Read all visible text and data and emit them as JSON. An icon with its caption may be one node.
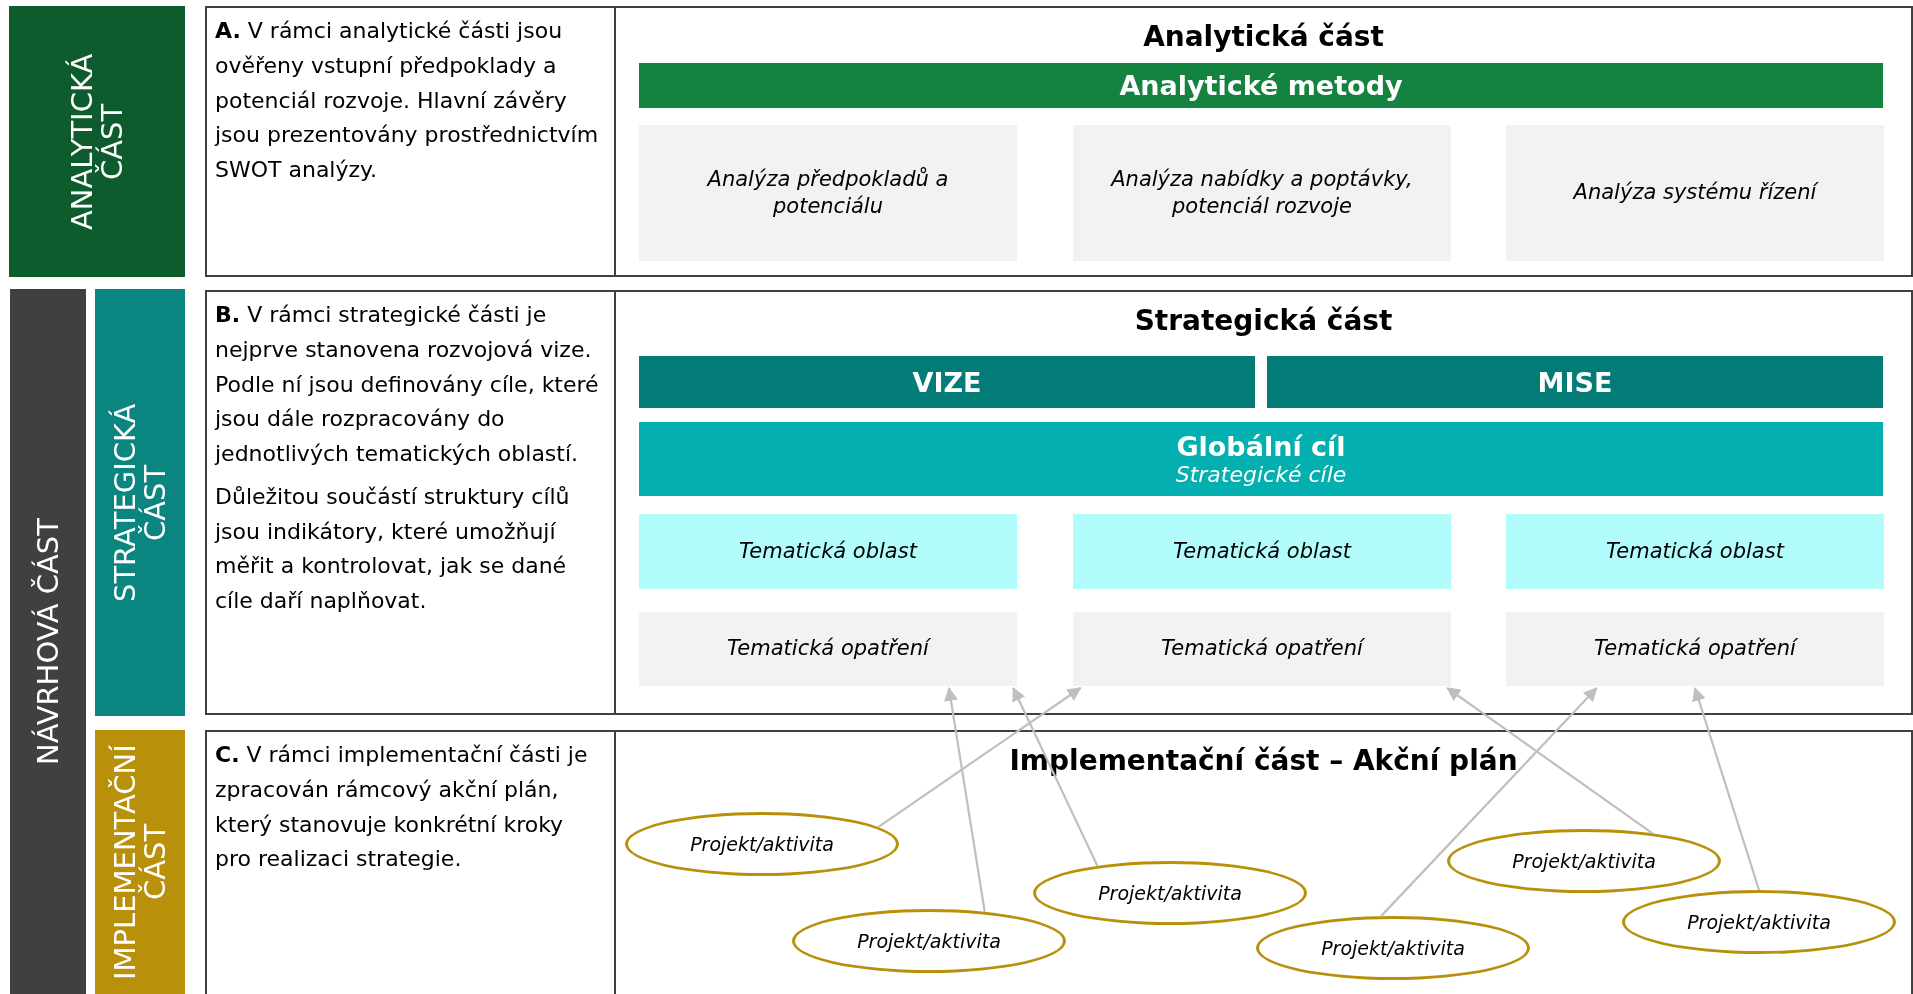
{
  "diagram": {
    "nodes": [
      {
        "text": [
          "ANALYTICKÁ ČÁST"
        ]
      },
      {
        "text": [
          "NÁVRHOVÁ ČÁST"
        ]
      },
      {
        "text": [
          "STRATEGICKÁ ČÁST"
        ]
      },
      {
        "text": [
          "IMPLEMENTAČNÍ ČÁST"
        ]
      },
      {
        "text": [
          "**A.** V rámci analytické části jsou ověřeny vstupní předpoklady a potenciál rozvoje. Hlavní závěry jsou prezentovány prostřednictvím SWOT analýzy."
        ]
      },
      {
        "text": [
          "Analytická část"
        ]
      },
      {
        "text": [
          "Analytické metody"
        ],
        "in": 5
      },
      {
        "text": [
          "Analýza předpokladů a potenciálu"
        ],
        "in": 5
      },
      {
        "text": [
          "Analýza nabídky a poptávky, potenciál rozvoje"
        ],
        "in": 5
      },
      {
        "text": [
          "Analýza systému řízení"
        ],
        "in": 5
      },
      {
        "text": [
          "**B.** V rámci strategické části je nejprve stanovena rozvojová vize. Podle ní jsou definovány cíle, které jsou dále rozpracovány do jednotlivých tematických oblastí.",
          "Důležitou součástí struktury cílů jsou indikátory, které umožňují měřit a kontrolovat, jak se dané cíle daří naplňovat."
        ]
      },
      {
        "text": [
          "Strategická část"
        ]
      },
      {
        "text": [
          "VIZE"
        ],
        "in": 11
      },
      {
        "text": [
          "MISE"
        ],
        "in": 11
      },
      {
        "text": [
          "Globální cíl",
          "Strategické cíle"
        ],
        "in": 11
      },
      {
        "text": [
          "Tematická oblast"
        ],
        "in": 11
      },
      {
        "text": [
          "Tematická oblast"
        ],
        "in": 11
      },
      {
        "text": [
          "Tematická oblast"
        ],
        "in": 11
      },
      {
        "text": [
          "Tematická opatření"
        ],
        "in": 11
      },
      {
        "text": [
          "Tematická opatření"
        ],
        "in": 11
      },
      {
        "text": [
          "Tematická opatření"
        ],
        "in": 11
      },
      {
        "text": [
          "**C.** V rámci implementační části je zpracován rámcový akční plán, který stanovuje konkrétní kroky pro realizaci strategie."
        ]
      },
      {
        "text": [
          "Implementační část – Akční plán"
        ]
      },
      {
        "text": [
          "Projekt/aktivita"
        ],
        "in": 22
      },
      {
        "text": [
          "Projekt/aktivita"
        ],
        "in": 22
      },
      {
        "text": [
          "Projekt/aktivita"
        ],
        "in": 22
      },
      {
        "text": [
          "Projekt/aktivita"
        ],
        "in": 22
      },
      {
        "text": [
          "Projekt/aktivita"
        ],
        "in": 22
      },
      {
        "text": [
          "Projekt/aktivita"
        ],
        "in": 22
      }
    ],
    "edges": [
      {
        "from": 23,
        "to": 19,
        "arrow": "to"
      },
      {
        "from": 24,
        "to": 18,
        "arrow": "to"
      },
      {
        "from": 25,
        "to": 18,
        "arrow": "to"
      },
      {
        "from": 26,
        "to": 20,
        "arrow": "to"
      },
      {
        "from": 27,
        "to": 19,
        "arrow": "to"
      },
      {
        "from": 28,
        "to": 20,
        "arrow": "to"
      }
    ]
  }
}
